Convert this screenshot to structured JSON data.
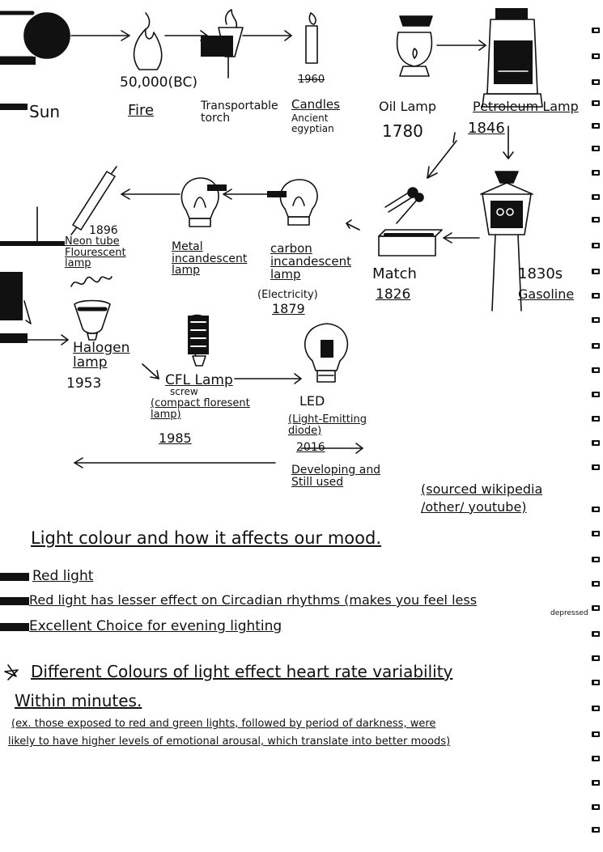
{
  "timeline": {
    "sun": {
      "label": "Sun"
    },
    "fire": {
      "label": "Fire",
      "date": "50,000(BC)"
    },
    "torch": {
      "label": "Transportable torch"
    },
    "candles": {
      "label": "Candles",
      "date_scribbled": "1960",
      "note": "Ancient egyptian"
    },
    "oil_lamp": {
      "label": "Oil Lamp",
      "date": "1780"
    },
    "petroleum_lamp": {
      "label": "Petroleum Lamp",
      "date": "1846"
    },
    "gasoline": {
      "label": "Gasoline",
      "date": "1830s"
    },
    "match": {
      "label": "Match",
      "date": "1826"
    },
    "carbon": {
      "label": "carbon incandescent lamp",
      "note": "(Electricity)",
      "date": "1879"
    },
    "metal": {
      "label": "Metal incandescent lamp"
    },
    "neon": {
      "label": "Neon tube Flourescent lamp",
      "date": "1896"
    },
    "halogen": {
      "label": "Halogen lamp",
      "date": "1953"
    },
    "cfl": {
      "label": "CFL Lamp",
      "sub": "screw",
      "full": "(compact floresent lamp)",
      "date": "1985"
    },
    "led": {
      "label": "LED",
      "full": "(Light-Emitting diode)",
      "date": "2016",
      "note": "Developing and Still used"
    },
    "sources": "(sourced wikipedia /other/ youtube)"
  },
  "notes": {
    "heading": "Light colour and how it affects our mood.",
    "red_heading": "Red light",
    "line1": "Red light has lesser effect on Circadian rhythms (makes you feel less",
    "line1_small": "depressed",
    "line2": "Excellent Choice for evening lighting",
    "star_line": "Different Colours of light effect heart rate variability",
    "star_line2": "Within minutes.",
    "ex1": "(ex. those exposed to red and green lights, followed by period of darkness, were",
    "ex2": "likely to have higher levels of emotional arousal, which translate into better moods)"
  }
}
